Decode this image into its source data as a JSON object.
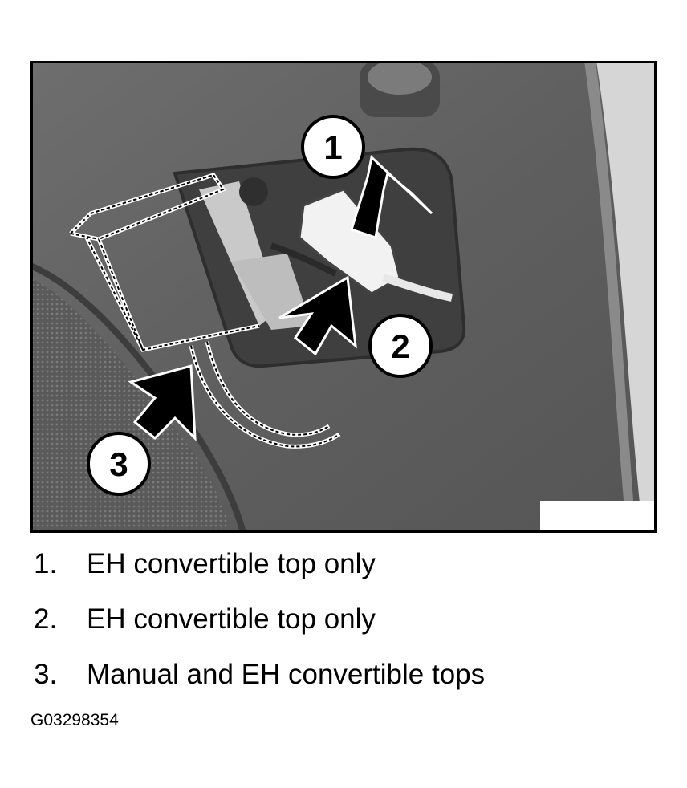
{
  "callouts": [
    "1",
    "2",
    "3"
  ],
  "legend": [
    {
      "num": "1.",
      "text": "EH convertible top only"
    },
    {
      "num": "2.",
      "text": "EH convertible top only"
    },
    {
      "num": "3.",
      "text": "Manual and EH convertible tops"
    }
  ],
  "figure_id": "G03298354"
}
